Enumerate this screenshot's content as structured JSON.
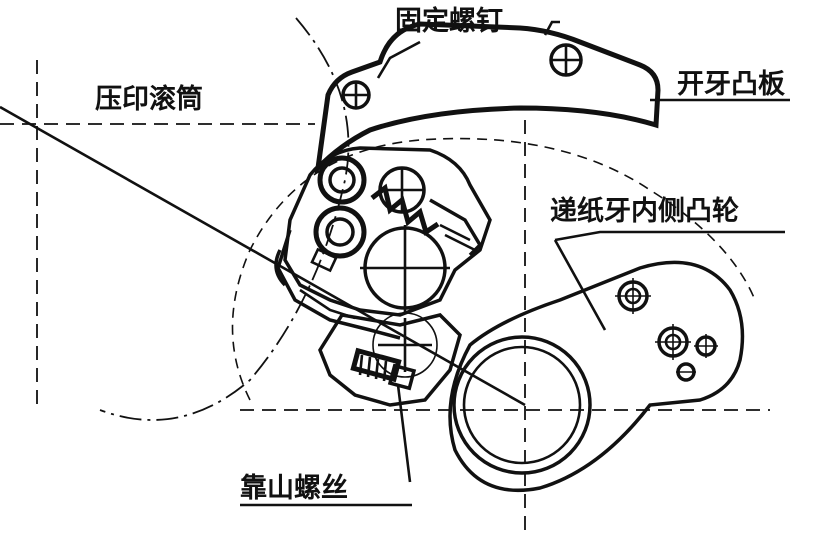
{
  "labels": {
    "fixing_screw": "固定螺钉",
    "impression_cylinder": "压印滚筒",
    "gripper_opening_cam_plate": "开牙凸板",
    "transfer_gripper_inner_cam": "递纸牙内侧凸轮",
    "stop_screw": "靠山螺丝"
  }
}
